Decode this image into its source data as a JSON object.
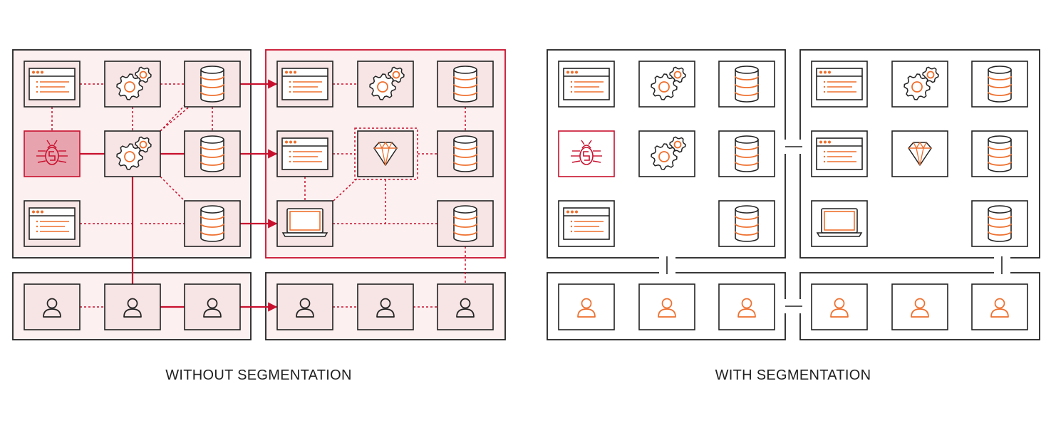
{
  "captions": {
    "left": "WITHOUT SEGMENTATION",
    "right": "WITH SEGMENTATION"
  },
  "colors": {
    "attack": "#c8102e",
    "accent": "#ee6f2d",
    "line": "#222222",
    "infected_zone_fill": "#fcf0f0",
    "infected_box_fill": "#f7e4e4",
    "malware_fill": "#e7a4ae"
  },
  "icons": {
    "application-window": "application-window-icon",
    "service-gears": "gears-icon",
    "database": "database-icon",
    "malware": "bug-icon",
    "valuable-asset": "diamond-icon",
    "workstation": "laptop-icon",
    "user": "user-icon"
  },
  "panels": [
    {
      "id": "without-segmentation",
      "segmented": false,
      "nodes": [
        {
          "id": "a1",
          "icon": "application-window"
        },
        {
          "id": "g1",
          "icon": "service-gears"
        },
        {
          "id": "d1",
          "icon": "database"
        },
        {
          "id": "bug",
          "icon": "malware",
          "infected": true
        },
        {
          "id": "g2",
          "icon": "service-gears"
        },
        {
          "id": "d2",
          "icon": "database"
        },
        {
          "id": "a2",
          "icon": "application-window"
        },
        {
          "id": "d3",
          "icon": "database"
        },
        {
          "id": "ra1",
          "icon": "application-window"
        },
        {
          "id": "rg1",
          "icon": "service-gears"
        },
        {
          "id": "rd1",
          "icon": "database"
        },
        {
          "id": "ra2",
          "icon": "application-window"
        },
        {
          "id": "diamond",
          "icon": "valuable-asset"
        },
        {
          "id": "rd2",
          "icon": "database"
        },
        {
          "id": "laptop",
          "icon": "workstation"
        },
        {
          "id": "rd3",
          "icon": "database"
        },
        {
          "id": "u1",
          "icon": "user"
        },
        {
          "id": "u2",
          "icon": "user"
        },
        {
          "id": "u3",
          "icon": "user"
        },
        {
          "id": "u4",
          "icon": "user"
        },
        {
          "id": "u5",
          "icon": "user"
        },
        {
          "id": "u6",
          "icon": "user"
        }
      ]
    },
    {
      "id": "with-segmentation",
      "segmented": true,
      "nodes": [
        {
          "id": "a1",
          "icon": "application-window"
        },
        {
          "id": "g1",
          "icon": "service-gears"
        },
        {
          "id": "d1",
          "icon": "database"
        },
        {
          "id": "bug",
          "icon": "malware"
        },
        {
          "id": "g2",
          "icon": "service-gears"
        },
        {
          "id": "d2",
          "icon": "database"
        },
        {
          "id": "a2",
          "icon": "application-window"
        },
        {
          "id": "d3",
          "icon": "database"
        },
        {
          "id": "ra1",
          "icon": "application-window"
        },
        {
          "id": "rg1",
          "icon": "service-gears"
        },
        {
          "id": "rd1",
          "icon": "database"
        },
        {
          "id": "ra2",
          "icon": "application-window"
        },
        {
          "id": "diamond",
          "icon": "valuable-asset"
        },
        {
          "id": "rd2",
          "icon": "database"
        },
        {
          "id": "laptop",
          "icon": "workstation"
        },
        {
          "id": "rd3",
          "icon": "database"
        },
        {
          "id": "u1",
          "icon": "user"
        },
        {
          "id": "u2",
          "icon": "user"
        },
        {
          "id": "u3",
          "icon": "user"
        },
        {
          "id": "u4",
          "icon": "user"
        },
        {
          "id": "u5",
          "icon": "user"
        },
        {
          "id": "u6",
          "icon": "user"
        }
      ]
    }
  ],
  "attack_paths": [
    {
      "from": "bug",
      "to": "g2"
    },
    {
      "from": "g2",
      "to": "d2"
    },
    {
      "from": "g2",
      "to": "u2"
    },
    {
      "from": "d1",
      "to": "ra1"
    },
    {
      "from": "d2",
      "to": "ra2"
    },
    {
      "from": "d3",
      "to": "laptop"
    },
    {
      "from": "u3",
      "to": "u4"
    },
    {
      "from": "u2",
      "to": "u3"
    }
  ]
}
